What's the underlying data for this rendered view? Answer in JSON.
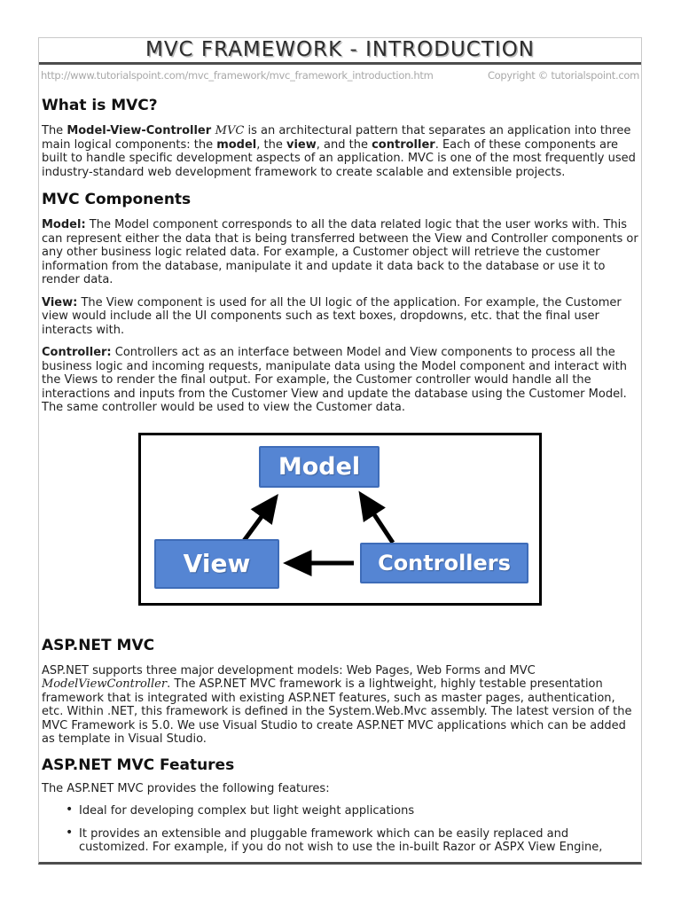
{
  "header": {
    "title": "MVC FRAMEWORK - INTRODUCTION",
    "url": "http://www.tutorialspoint.com/mvc_framework/mvc_framework_introduction.htm",
    "copyright": "Copyright © tutorialspoint.com"
  },
  "sections": {
    "what_is_mvc": {
      "heading": "What is MVC?",
      "body": [
        {
          "t": "The "
        },
        {
          "t": "Model-View-Controller ",
          "b": true
        },
        {
          "t": "MVC",
          "i": true
        },
        {
          "t": " is an architectural pattern that separates an application into three main logical components: the "
        },
        {
          "t": "model",
          "b": true
        },
        {
          "t": ", the "
        },
        {
          "t": "view",
          "b": true
        },
        {
          "t": ", and the "
        },
        {
          "t": "controller",
          "b": true
        },
        {
          "t": ". Each of these components are built to handle specific development aspects of an application. MVC is one of the most frequently used industry-standard web development framework to create scalable and extensible projects."
        }
      ]
    },
    "components": {
      "heading": "MVC Components",
      "model": [
        {
          "t": "Model:",
          "b": true
        },
        {
          "t": " The Model component corresponds to all the data related logic that the user works with. This can represent either the data that is being transferred between the View and Controller components or any other business logic related data. For example, a Customer object will retrieve the customer information from the database, manipulate it and update it data back to the database or use it to render data."
        }
      ],
      "view": [
        {
          "t": "View:",
          "b": true
        },
        {
          "t": " The View component is used for all the UI logic of the application. For example, the Customer view would include all the UI components such as text boxes, dropdowns, etc. that the final user interacts with."
        }
      ],
      "controller": [
        {
          "t": "Controller:",
          "b": true
        },
        {
          "t": " Controllers act as an interface between Model and View components to process all the business logic and incoming requests, manipulate data using the Model component and interact with the Views to render the final output. For example, the Customer controller would handle all the interactions and inputs from the Customer View and update the database using the Customer Model. The same controller would be used to view the Customer data."
        }
      ]
    },
    "aspnet": {
      "heading": "ASP.NET MVC",
      "body": [
        {
          "t": "ASP.NET supports three major development models: Web Pages, Web Forms and MVC "
        },
        {
          "t": "ModelViewController",
          "i": true
        },
        {
          "t": ". The ASP.NET MVC framework is a lightweight, highly testable presentation framework that is integrated with existing ASP.NET features, such as master pages, authentication, etc. Within .NET, this framework is defined in the System.Web.Mvc assembly. The latest version of the MVC Framework is 5.0. We use Visual Studio to create ASP.NET MVC applications which can be added as template in Visual Studio."
        }
      ]
    },
    "features": {
      "heading": "ASP.NET MVC Features",
      "intro": "The ASP.NET MVC provides the following features:",
      "bullets": [
        "Ideal for developing complex but light weight applications",
        "It provides an extensible and pluggable framework which can be easily replaced and customized. For example, if you do not wish to use the in-built Razor or ASPX View Engine,"
      ]
    }
  },
  "diagram": {
    "nodes": [
      {
        "label": "Model"
      },
      {
        "label": "View"
      },
      {
        "label": "Controllers"
      }
    ],
    "node_fill": "#5585d3",
    "node_border": "#3e6cb8",
    "arrow_color": "#000000",
    "relations": [
      "View -> Model",
      "Controllers -> Model",
      "Controllers -> View"
    ]
  },
  "colors": {
    "rule": "#4d4d4d",
    "meta_text": "#a9a9a9",
    "body_text": "#1f1f1f"
  }
}
